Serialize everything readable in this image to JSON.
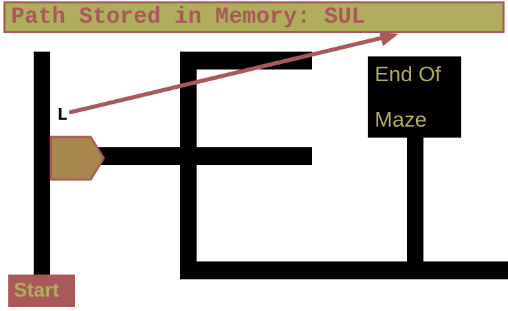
{
  "header": {
    "prefix": "Path Stored in Memory: ",
    "path": "SUL"
  },
  "maze": {
    "end_label_line1": "End Of",
    "end_label_line2": "Maze",
    "start_label": "Start",
    "current_move": "L"
  },
  "colors": {
    "header_bg": "#b0ad5c",
    "header_text": "#a85a5a",
    "wall": "#000000",
    "robot_fill": "#a8874f",
    "robot_stroke": "#a85a5a",
    "arrow": "#a85a5a",
    "start_bg": "#a85a5a",
    "label_text": "#b0ad5c"
  },
  "icons": {
    "robot": "pentagon-arrow-shape",
    "pointer": "arrow"
  }
}
